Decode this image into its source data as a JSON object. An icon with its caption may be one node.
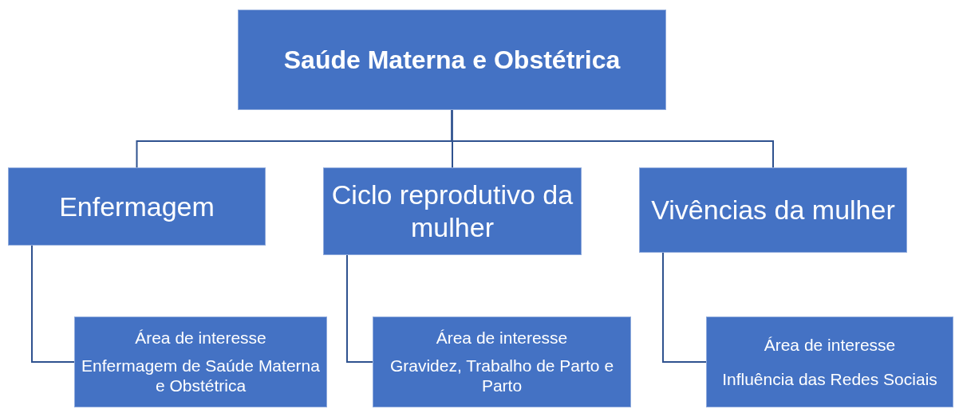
{
  "diagram": {
    "nodes": [
      {
        "text": [
          "Saúde Materna e Obstétrica"
        ]
      },
      {
        "text": [
          "Enfermagem"
        ]
      },
      {
        "text": [
          "Ciclo reprodutivo da mulher"
        ]
      },
      {
        "text": [
          "Vivências da mulher"
        ]
      },
      {
        "text": [
          "Área de interesse",
          "Enfermagem de Saúde Materna e Obstétrica"
        ]
      },
      {
        "text": [
          "Área de interesse",
          "Gravidez, Trabalho de Parto e Parto"
        ]
      },
      {
        "text": [
          "Área de interesse",
          "Influência das Redes Sociais"
        ]
      }
    ],
    "edges": [
      {
        "from": 0,
        "to": 1,
        "arrow": "none"
      },
      {
        "from": 0,
        "to": 2,
        "arrow": "none"
      },
      {
        "from": 0,
        "to": 3,
        "arrow": "none"
      },
      {
        "from": 1,
        "to": 4,
        "arrow": "none"
      },
      {
        "from": 2,
        "to": 5,
        "arrow": "none"
      },
      {
        "from": 3,
        "to": 6,
        "arrow": "none"
      }
    ]
  }
}
